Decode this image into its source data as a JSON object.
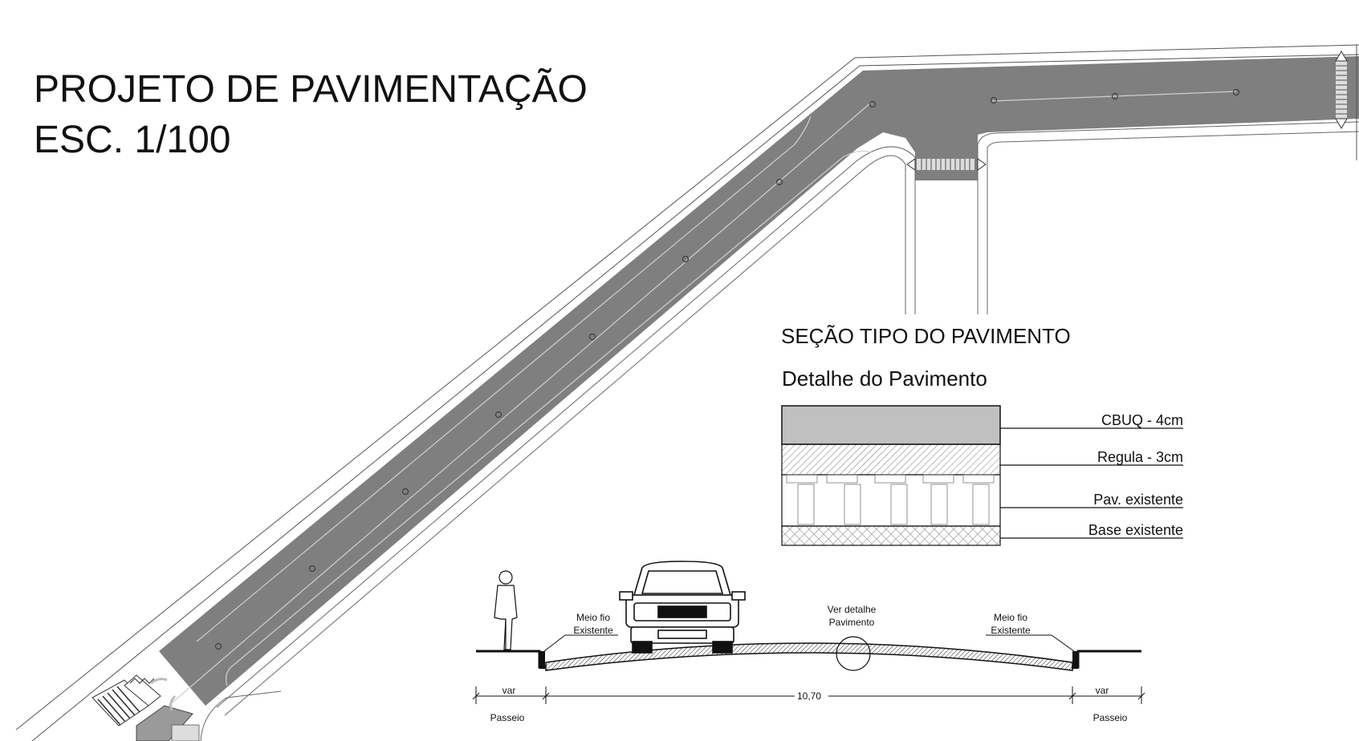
{
  "title": {
    "line1": "PROJETO DE PAVIMENTAÇÃO",
    "line2": "ESC. 1/100"
  },
  "section": {
    "title": "SEÇÃO TIPO DO PAVIMENTO",
    "detail_title": "Detalhe do Pavimento",
    "layers": [
      {
        "label": "CBUQ - 4cm"
      },
      {
        "label": "Regula - 3cm"
      },
      {
        "label": "Pav. existente"
      },
      {
        "label": "Base existente"
      }
    ]
  },
  "cross_section": {
    "curb_left": [
      "Meio fio",
      "Existente"
    ],
    "curb_right": [
      "Meio fio",
      "Existente"
    ],
    "detail_ref": [
      "Ver detalhe",
      "Pavimento"
    ],
    "dim_left": "var",
    "dim_center": "10,70",
    "dim_right": "var",
    "sidewalk_left": "Passeio",
    "sidewalk_right": "Passeio"
  },
  "colors": {
    "asphalt": "#7f7f7f",
    "cbuq_layer": "#c0c0c0",
    "line": "#111111"
  }
}
